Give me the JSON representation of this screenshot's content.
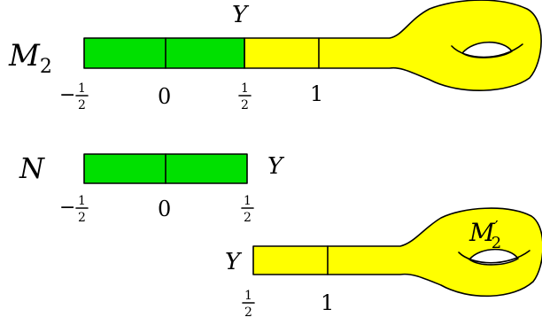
{
  "top": {
    "manifold_label": "M",
    "manifold_sub": "2",
    "boundary_label": "Y",
    "ticks": {
      "minus_half_sign": "−",
      "half_num": "1",
      "half_den": "2",
      "zero": "0",
      "one": "1"
    }
  },
  "middle": {
    "manifold_label": "N",
    "boundary_label": "Y",
    "ticks": {
      "minus_half_sign": "−",
      "half_num": "1",
      "half_den": "2",
      "zero": "0"
    }
  },
  "bottom": {
    "boundary_label": "Y",
    "manifold_label": "M",
    "manifold_sub": "2",
    "manifold_prime": "′",
    "ticks": {
      "half_num": "1",
      "half_den": "2",
      "one": "1"
    }
  },
  "colors": {
    "green": "#00e000",
    "yellow": "#ffff00",
    "stroke": "#000000"
  }
}
